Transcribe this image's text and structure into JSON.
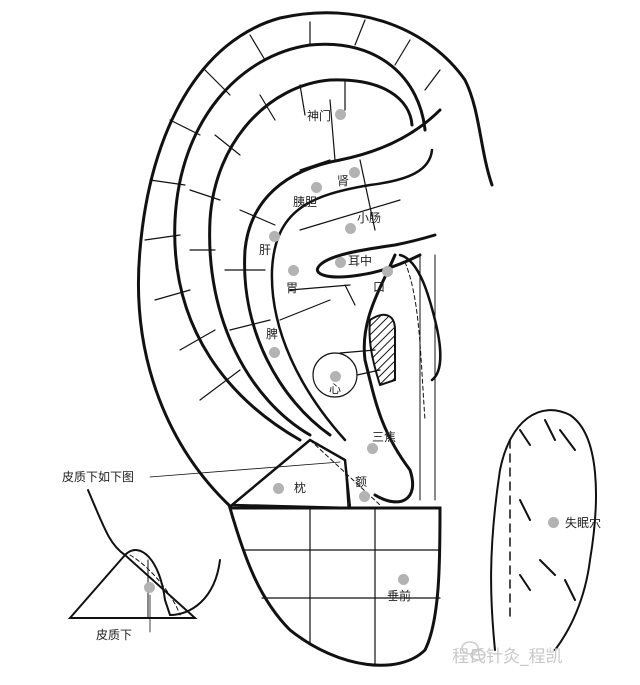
{
  "points": [
    {
      "name": "shenmen",
      "label": "神门"
    },
    {
      "name": "shen",
      "label": "肾"
    },
    {
      "name": "yidan",
      "label": "胰胆"
    },
    {
      "name": "xiaochang",
      "label": "小肠"
    },
    {
      "name": "gan",
      "label": "肝"
    },
    {
      "name": "erzhong",
      "label": "耳中"
    },
    {
      "name": "wei",
      "label": "胃"
    },
    {
      "name": "kou",
      "label": "口"
    },
    {
      "name": "pi",
      "label": "脾"
    },
    {
      "name": "xin",
      "label": "心"
    },
    {
      "name": "sanjiao",
      "label": "三焦"
    },
    {
      "name": "zhen",
      "label": "枕"
    },
    {
      "name": "e",
      "label": "额"
    },
    {
      "name": "chuiqian",
      "label": "垂前"
    },
    {
      "name": "shimianxue",
      "label": "失眠穴"
    }
  ],
  "annotations": {
    "pizhixia_ref": "皮质下如下图",
    "pizhixia": "皮质下"
  },
  "watermark": "程氏针灸_程凯",
  "colors": {
    "line": "#111111",
    "dot": "#b3b3b3"
  }
}
